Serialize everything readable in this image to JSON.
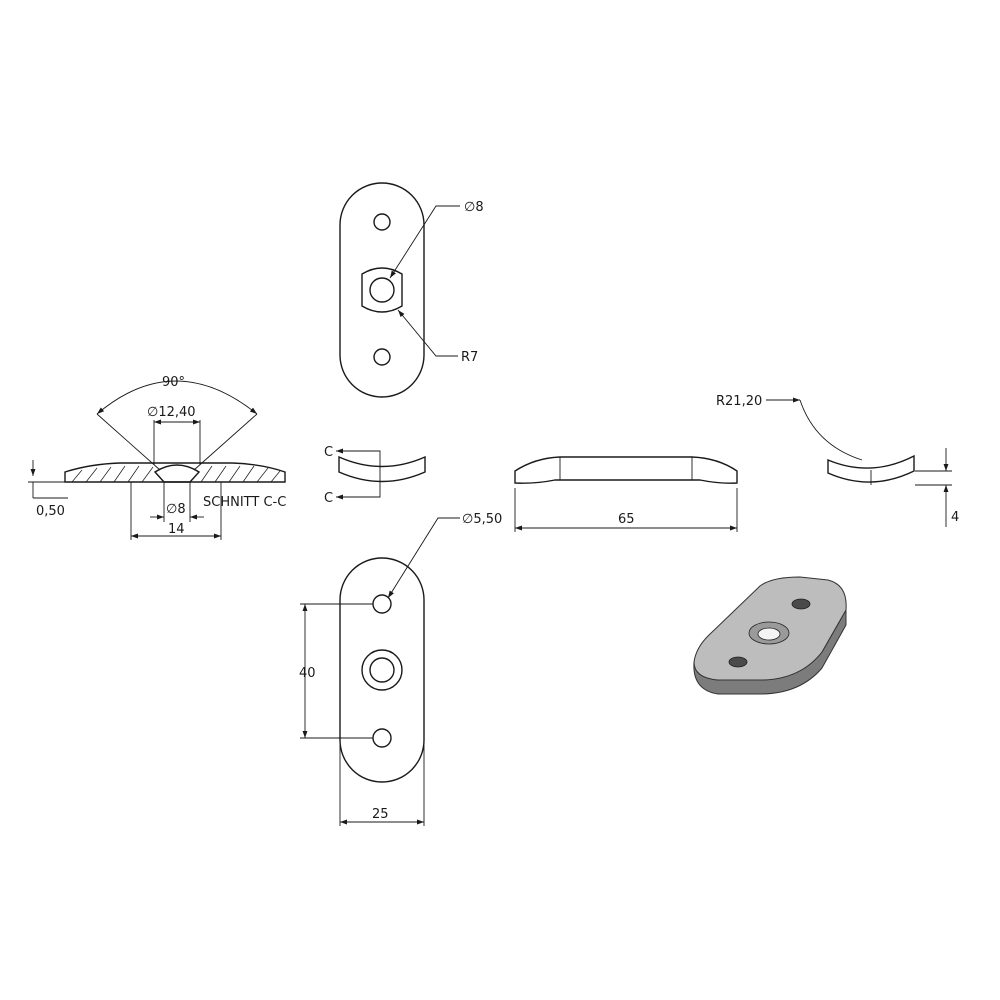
{
  "drawing": {
    "labels": {
      "dia8_top": "∅8",
      "r7": "R7",
      "angle90": "90°",
      "dia12": "∅12,40",
      "dia8_sec": "∅8",
      "w14": "14",
      "t050": "0,50",
      "section": "SCHNITT C-C",
      "cut_c1": "C",
      "cut_c2": "C",
      "r2120": "R21,20",
      "len65": "65",
      "t4": "4",
      "dia550": "∅5,50",
      "h40": "40",
      "w25": "25"
    }
  }
}
